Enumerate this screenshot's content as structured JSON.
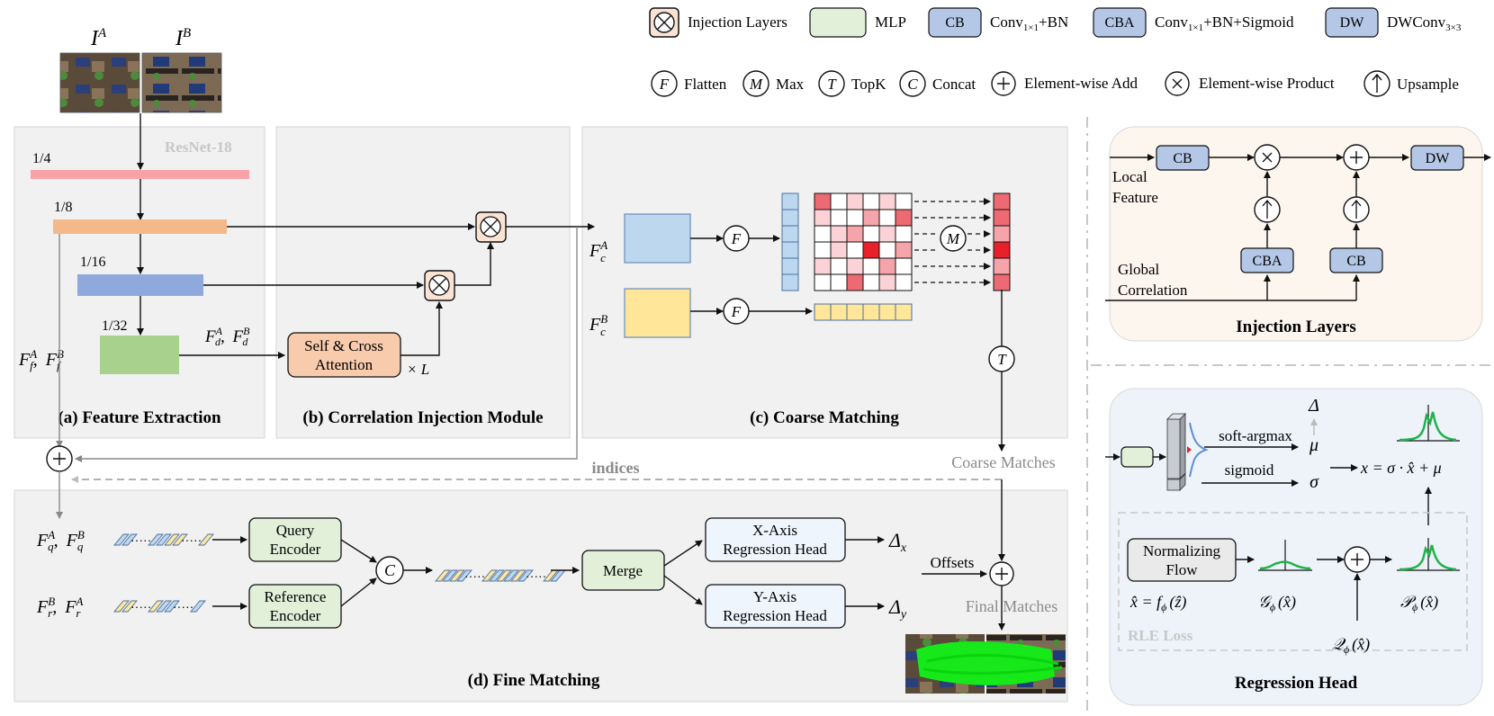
{
  "legend": {
    "injection_layers": "Injection Layers",
    "mlp": "MLP",
    "cb_box": "CB",
    "cb_desc": "Conv",
    "cb_desc_sub": "1×1",
    "cb_desc_tail": "+BN",
    "cba_box": "CBA",
    "cba_desc": "Conv",
    "cba_desc_sub": "1×1",
    "cba_desc_tail": "+BN+Sigmoid",
    "dw_box": "DW",
    "dw_desc": "DWConv",
    "dw_desc_sub": "3×3",
    "flatten_sym": "F",
    "flatten": "Flatten",
    "max_sym": "M",
    "max": "Max",
    "topk_sym": "T",
    "topk": "TopK",
    "concat_sym": "C",
    "concat": "Concat",
    "add": "Element-wise Add",
    "product": "Element-wise Product",
    "upsample": "Upsample"
  },
  "inputs": {
    "ia": "I",
    "ia_sup": "A",
    "ib": "I",
    "ib_sup": "B"
  },
  "feature_extraction": {
    "backbone": "ResNet-18",
    "s4": "1/4",
    "s8": "1/8",
    "s16": "1/16",
    "s32": "1/32",
    "ff": "F",
    "ff_sub": "f",
    "ff_supA": "A",
    "ff_supB": "B",
    "fd": "F",
    "fd_sub": "d",
    "fd_supA": "A",
    "fd_supB": "B",
    "title": "(a) Feature Extraction"
  },
  "correlation_injection": {
    "attention_l1": "Self & Cross",
    "attention_l2": "Attention",
    "times_l": "× L",
    "title": "(b) Correlation Injection Module"
  },
  "coarse_matching": {
    "fc": "F",
    "fc_sub": "c",
    "fc_supA": "A",
    "fc_supB": "B",
    "flatten_sym": "F",
    "max_sym": "M",
    "topk_sym": "T",
    "title": "(c) Coarse Matching",
    "coarse_matches": "Coarse Matches",
    "indices": "indices"
  },
  "fine_matching": {
    "fq": "F",
    "fq_sub": "q",
    "fq_supA": "A",
    "fq_supB": "B",
    "fr": "F",
    "fr_sub": "r",
    "fr_supA": "B",
    "fr_supB": "A",
    "query_l1": "Query",
    "query_l2": "Encoder",
    "ref_l1": "Reference",
    "ref_l2": "Encoder",
    "concat_sym": "C",
    "merge": "Merge",
    "xhead_l1": "X-Axis",
    "xhead_l2": "Regression Head",
    "yhead_l1": "Y-Axis",
    "yhead_l2": "Regression Head",
    "delta": "Δ",
    "dx_sub": "x",
    "dy_sub": "y",
    "offsets": "Offsets",
    "final_matches": "Final Matches",
    "title": "(d) Fine Matching"
  },
  "injection_layers_panel": {
    "cb1": "CB",
    "cba": "CBA",
    "cb2": "CB",
    "dw": "DW",
    "local_l1": "Local",
    "local_l2": "Feature",
    "global_l1": "Global",
    "global_l2": "Correlation",
    "title": "Injection Layers"
  },
  "regression_head_panel": {
    "delta": "Δ",
    "mu": "μ",
    "sigma": "σ",
    "softargmax": "soft-argmax",
    "sigmoid": "sigmoid",
    "formula": "x = σ · x̂ + μ",
    "nf_l1": "Normalizing",
    "nf_l2": "Flow",
    "nf_formula": "x̂ = f",
    "nf_sub": "ϕ",
    "nf_arg": "(ẑ)",
    "g_sym": "𝒢",
    "g_sub": "ϕ",
    "g_arg": "(x̂)",
    "p_sym": "𝒫",
    "p_sub": "ϕ",
    "p_arg": "(x̂)",
    "q_sym": "𝒬",
    "q_sub": "ϕ",
    "q_arg": "(x̂)",
    "rle_loss": "RLE Loss",
    "title": "Regression Head"
  },
  "colors": {
    "panel_bg": "#f1f1f1",
    "pink": "#f8a2a8",
    "orange": "#f3b98a",
    "blue": "#8fa9dc",
    "green": "#a9d18e",
    "light_blue": "#bdd7ee",
    "light_yellow": "#ffe699",
    "attention": "#f8cbad",
    "mlp": "#e2f0d9",
    "cb": "#b4c7e7",
    "head": "#eef5fc",
    "match_red": "#e8202a",
    "curve_green": "#1fb24a"
  }
}
